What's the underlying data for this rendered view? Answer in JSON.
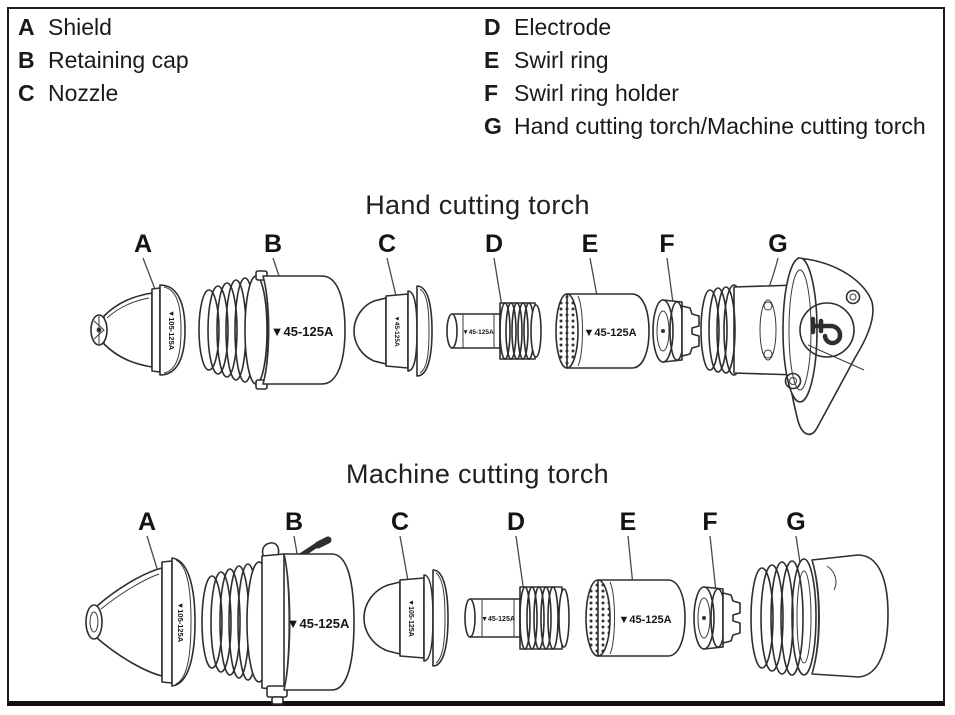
{
  "legend": {
    "left": [
      {
        "key": "A",
        "label": "Shield"
      },
      {
        "key": "B",
        "label": "Retaining cap"
      },
      {
        "key": "C",
        "label": "Nozzle"
      }
    ],
    "right": [
      {
        "key": "D",
        "label": "Electrode"
      },
      {
        "key": "E",
        "label": "Swirl ring"
      },
      {
        "key": "F",
        "label": "Swirl ring holder"
      },
      {
        "key": "G",
        "label": "Hand cutting torch/Machine cutting torch"
      }
    ]
  },
  "hand": {
    "title": "Hand cutting torch",
    "labels": [
      "A",
      "B",
      "C",
      "D",
      "E",
      "F",
      "G"
    ],
    "markings": {
      "shield": "▼105-125A",
      "retaining_cap": "▼45-125A",
      "nozzle": "▼45-125A",
      "electrode": "▼45-125A",
      "swirl_ring": "▼45-125A"
    }
  },
  "machine": {
    "title": "Machine cutting torch",
    "labels": [
      "A",
      "B",
      "C",
      "D",
      "E",
      "F",
      "G"
    ],
    "markings": {
      "shield": "▼105-125A",
      "retaining_cap": "▼45-125A",
      "nozzle": "▼105-125A",
      "electrode": "▼45-125A",
      "swirl_ring": "▼45-125A"
    }
  }
}
